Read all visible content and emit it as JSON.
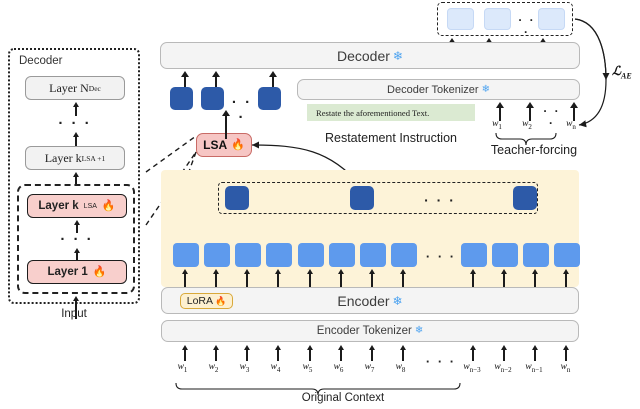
{
  "figure": {
    "title": "Context compression autoencoder training diagram",
    "colors": {
      "token_light": "#5e9aed",
      "token_dark": "#2d5aa8",
      "token_output": "#dce9fb",
      "highlight_band": "#fdf3d8",
      "instruction_bg": "#dbead2",
      "trainable_pink": "#f8cfcc",
      "lora_bg": "#fdf0d0",
      "lsa_bg": "#f6c6c4"
    },
    "icons": {
      "frozen": "❄",
      "trainable": "🔥"
    }
  },
  "decoder_panel": {
    "title": "Decoder",
    "layers": [
      {
        "label": "Layer N",
        "sub": "Dec",
        "trainable": false
      },
      {
        "label": "Layer k",
        "sub": "LSA +1",
        "trainable": false
      },
      {
        "label": "Layer k",
        "sub": "LSA",
        "trainable": true
      },
      {
        "label": "Layer 1",
        "sub": "",
        "trainable": true
      }
    ],
    "dots": "· · ·",
    "input_label": "Input"
  },
  "main": {
    "decoder_bar": "Decoder",
    "decoder_tokenizer_bar": "Decoder Tokenizer",
    "encoder_bar": "Encoder",
    "encoder_tokenizer_bar": "Encoder Tokenizer",
    "lora_label": "LoRA",
    "lsa_label": "LSA",
    "instruction_text": "Restate the aforementioned Text.",
    "instruction_caption": "Restatement Instruction",
    "teacher_forcing_caption": "Teacher-forcing",
    "original_context_caption": "Original Context",
    "loss_label": "ℒ",
    "loss_sub": "AE",
    "ellipsis": "· · ·"
  },
  "tokens": {
    "input_words": [
      "w1",
      "w2",
      "w3",
      "w4",
      "w5",
      "w6",
      "w7",
      "w8",
      "wn-3",
      "wn-2",
      "wn-1",
      "wn"
    ],
    "input_words_display": [
      {
        "base": "w",
        "sub": "1"
      },
      {
        "base": "w",
        "sub": "2"
      },
      {
        "base": "w",
        "sub": "3"
      },
      {
        "base": "w",
        "sub": "4"
      },
      {
        "base": "w",
        "sub": "5"
      },
      {
        "base": "w",
        "sub": "6"
      },
      {
        "base": "w",
        "sub": "7"
      },
      {
        "base": "w",
        "sub": "8"
      },
      {
        "base": "w",
        "sub": "n−3"
      },
      {
        "base": "w",
        "sub": "n−2"
      },
      {
        "base": "w",
        "sub": "n−1"
      },
      {
        "base": "w",
        "sub": "n"
      }
    ],
    "teacher_forcing_words": [
      {
        "base": "w",
        "sub": "1"
      },
      {
        "base": "w",
        "sub": "2"
      },
      {
        "base": "w",
        "sub": "n"
      }
    ],
    "compressed_count": 3,
    "output_count": 3,
    "group_size": 4
  }
}
